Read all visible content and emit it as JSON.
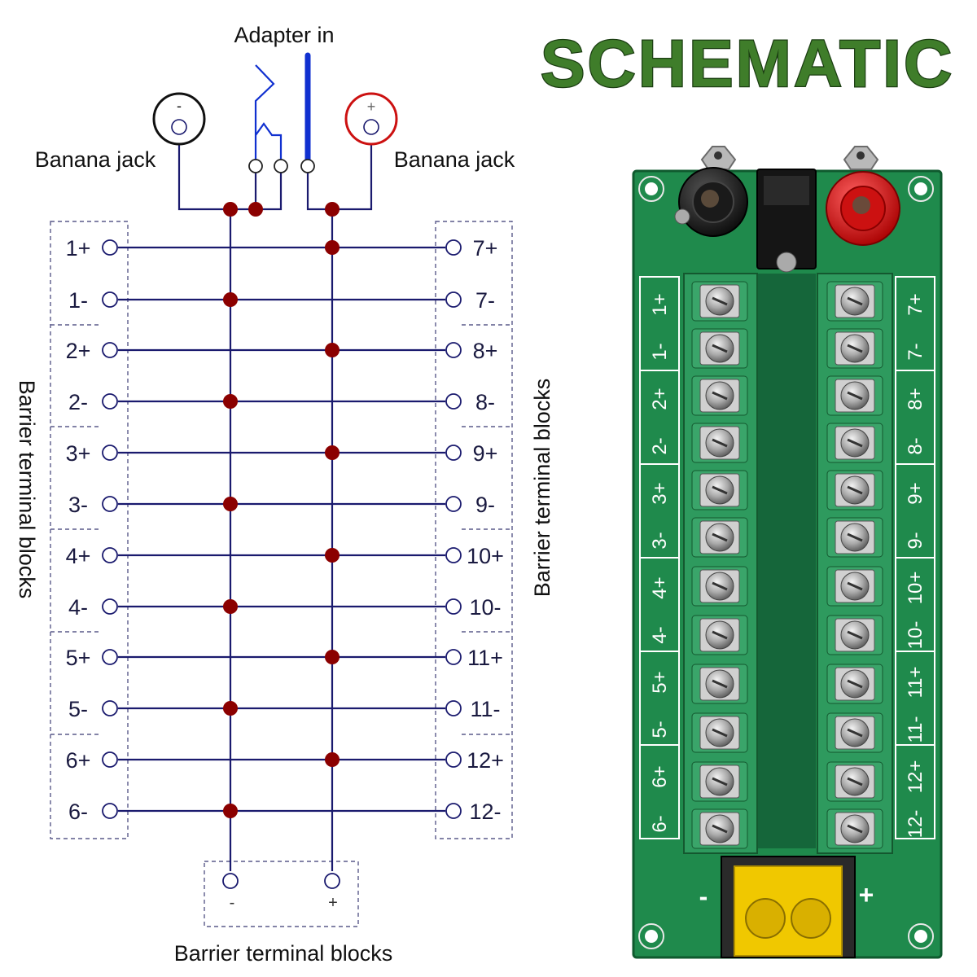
{
  "header": {
    "title": "SCHEMATIC"
  },
  "schematic": {
    "adapter_label": "Adapter in",
    "banana_left_label": "Banana jack",
    "banana_right_label": "Banana jack",
    "banana_left_sign": "-",
    "banana_right_sign": "+",
    "left_terminals": [
      "1+",
      "1-",
      "2+",
      "2-",
      "3+",
      "3-",
      "4+",
      "4-",
      "5+",
      "5-",
      "6+",
      "6-"
    ],
    "right_terminals": [
      "7+",
      "7-",
      "8+",
      "8-",
      "9+",
      "9-",
      "10+",
      "10-",
      "11+",
      "11-",
      "12+",
      "12-"
    ],
    "side_caption_left": "Barrier terminal blocks",
    "side_caption_right": "Barrier terminal blocks",
    "bottom_caption": "Barrier terminal blocks",
    "bottom_neg": "-",
    "bottom_pos": "+"
  },
  "board": {
    "left_labels": [
      "1+",
      "1-",
      "2+",
      "2-",
      "3+",
      "3-",
      "4+",
      "4-",
      "5+",
      "5-",
      "6+",
      "6-"
    ],
    "right_labels": [
      "7+",
      "7-",
      "8+",
      "8-",
      "9+",
      "9-",
      "10+",
      "10-",
      "11+",
      "11-",
      "12+",
      "12-"
    ],
    "neg_sign": "-",
    "pos_sign": "+"
  },
  "colors": {
    "title_green": "#3f7d2a",
    "wire": "#1a1a6e",
    "node": "#8b0000",
    "adapter_blue": "#1030d0",
    "jack_red": "#cc1111",
    "pcb_green": "#1f8a4c",
    "terminal_green": "#2e9a5e",
    "yellow_block": "#f0c800"
  }
}
